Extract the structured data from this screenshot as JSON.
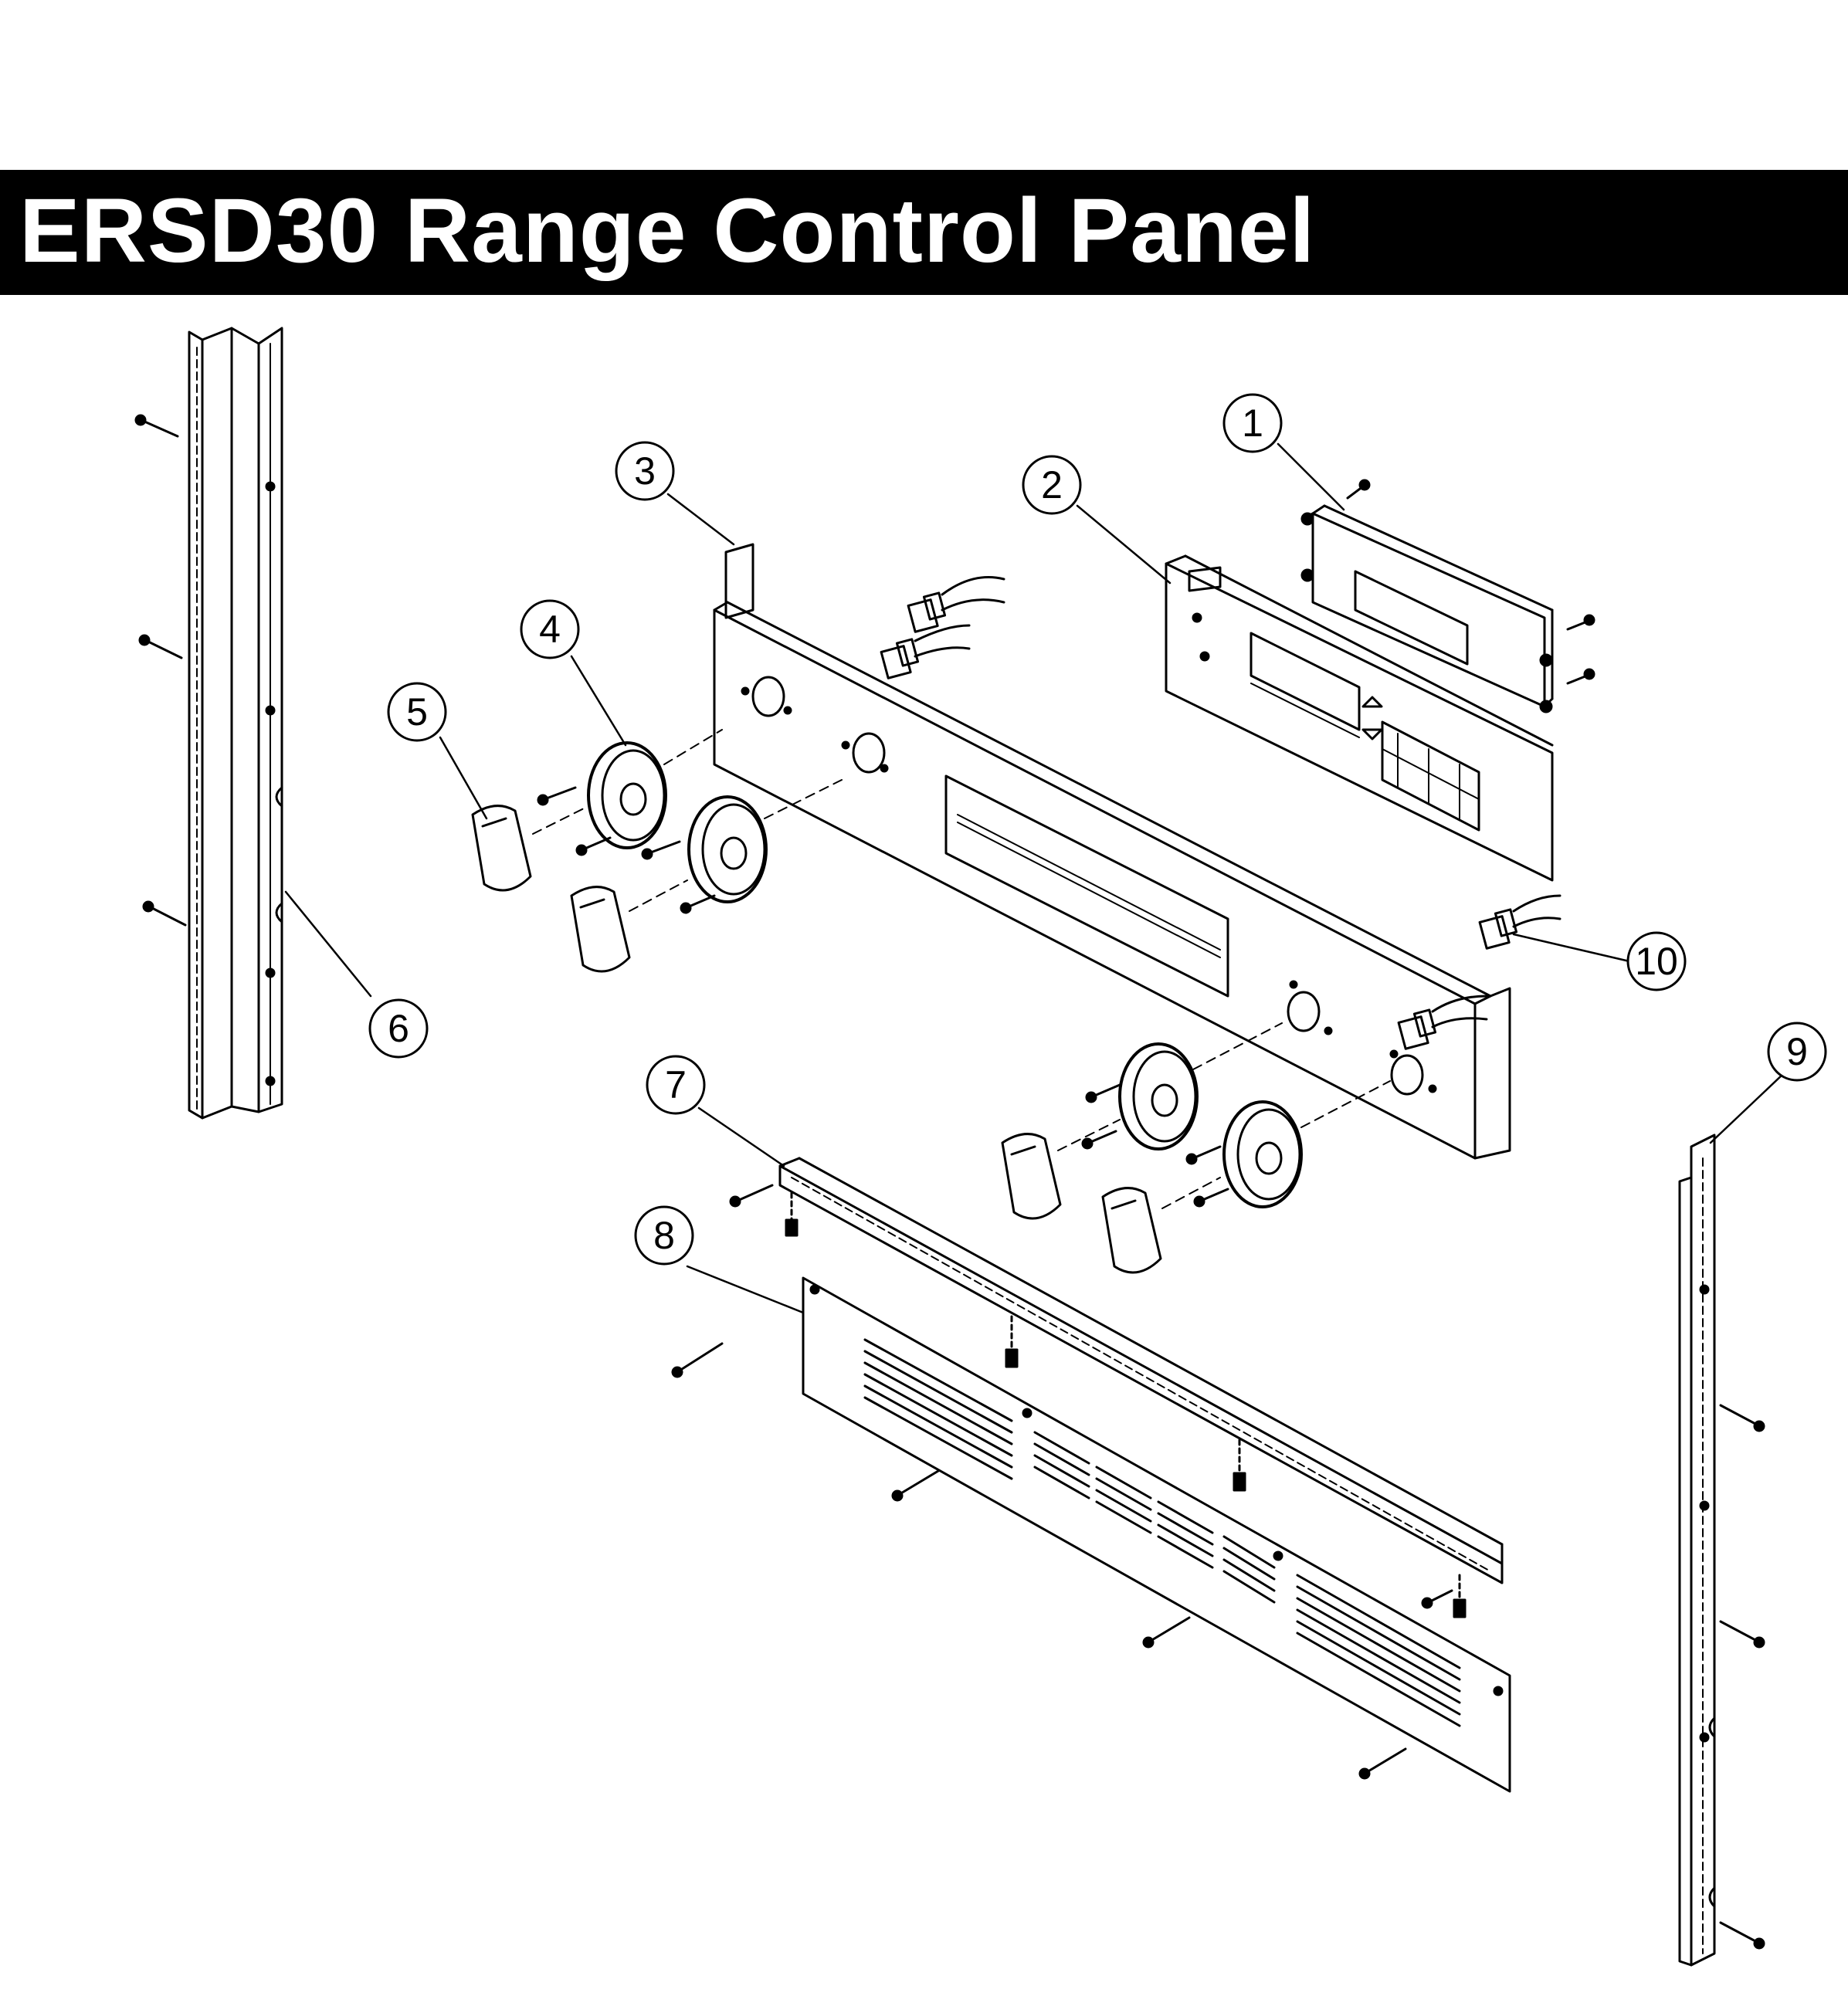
{
  "title": "ERSD30 Range Control Panel",
  "callouts": [
    {
      "id": "1",
      "label": "1"
    },
    {
      "id": "2",
      "label": "2"
    },
    {
      "id": "3",
      "label": "3"
    },
    {
      "id": "4",
      "label": "4"
    },
    {
      "id": "5",
      "label": "5"
    },
    {
      "id": "6",
      "label": "6"
    },
    {
      "id": "7",
      "label": "7"
    },
    {
      "id": "8",
      "label": "8"
    },
    {
      "id": "9",
      "label": "9"
    },
    {
      "id": "10",
      "label": "10"
    }
  ]
}
